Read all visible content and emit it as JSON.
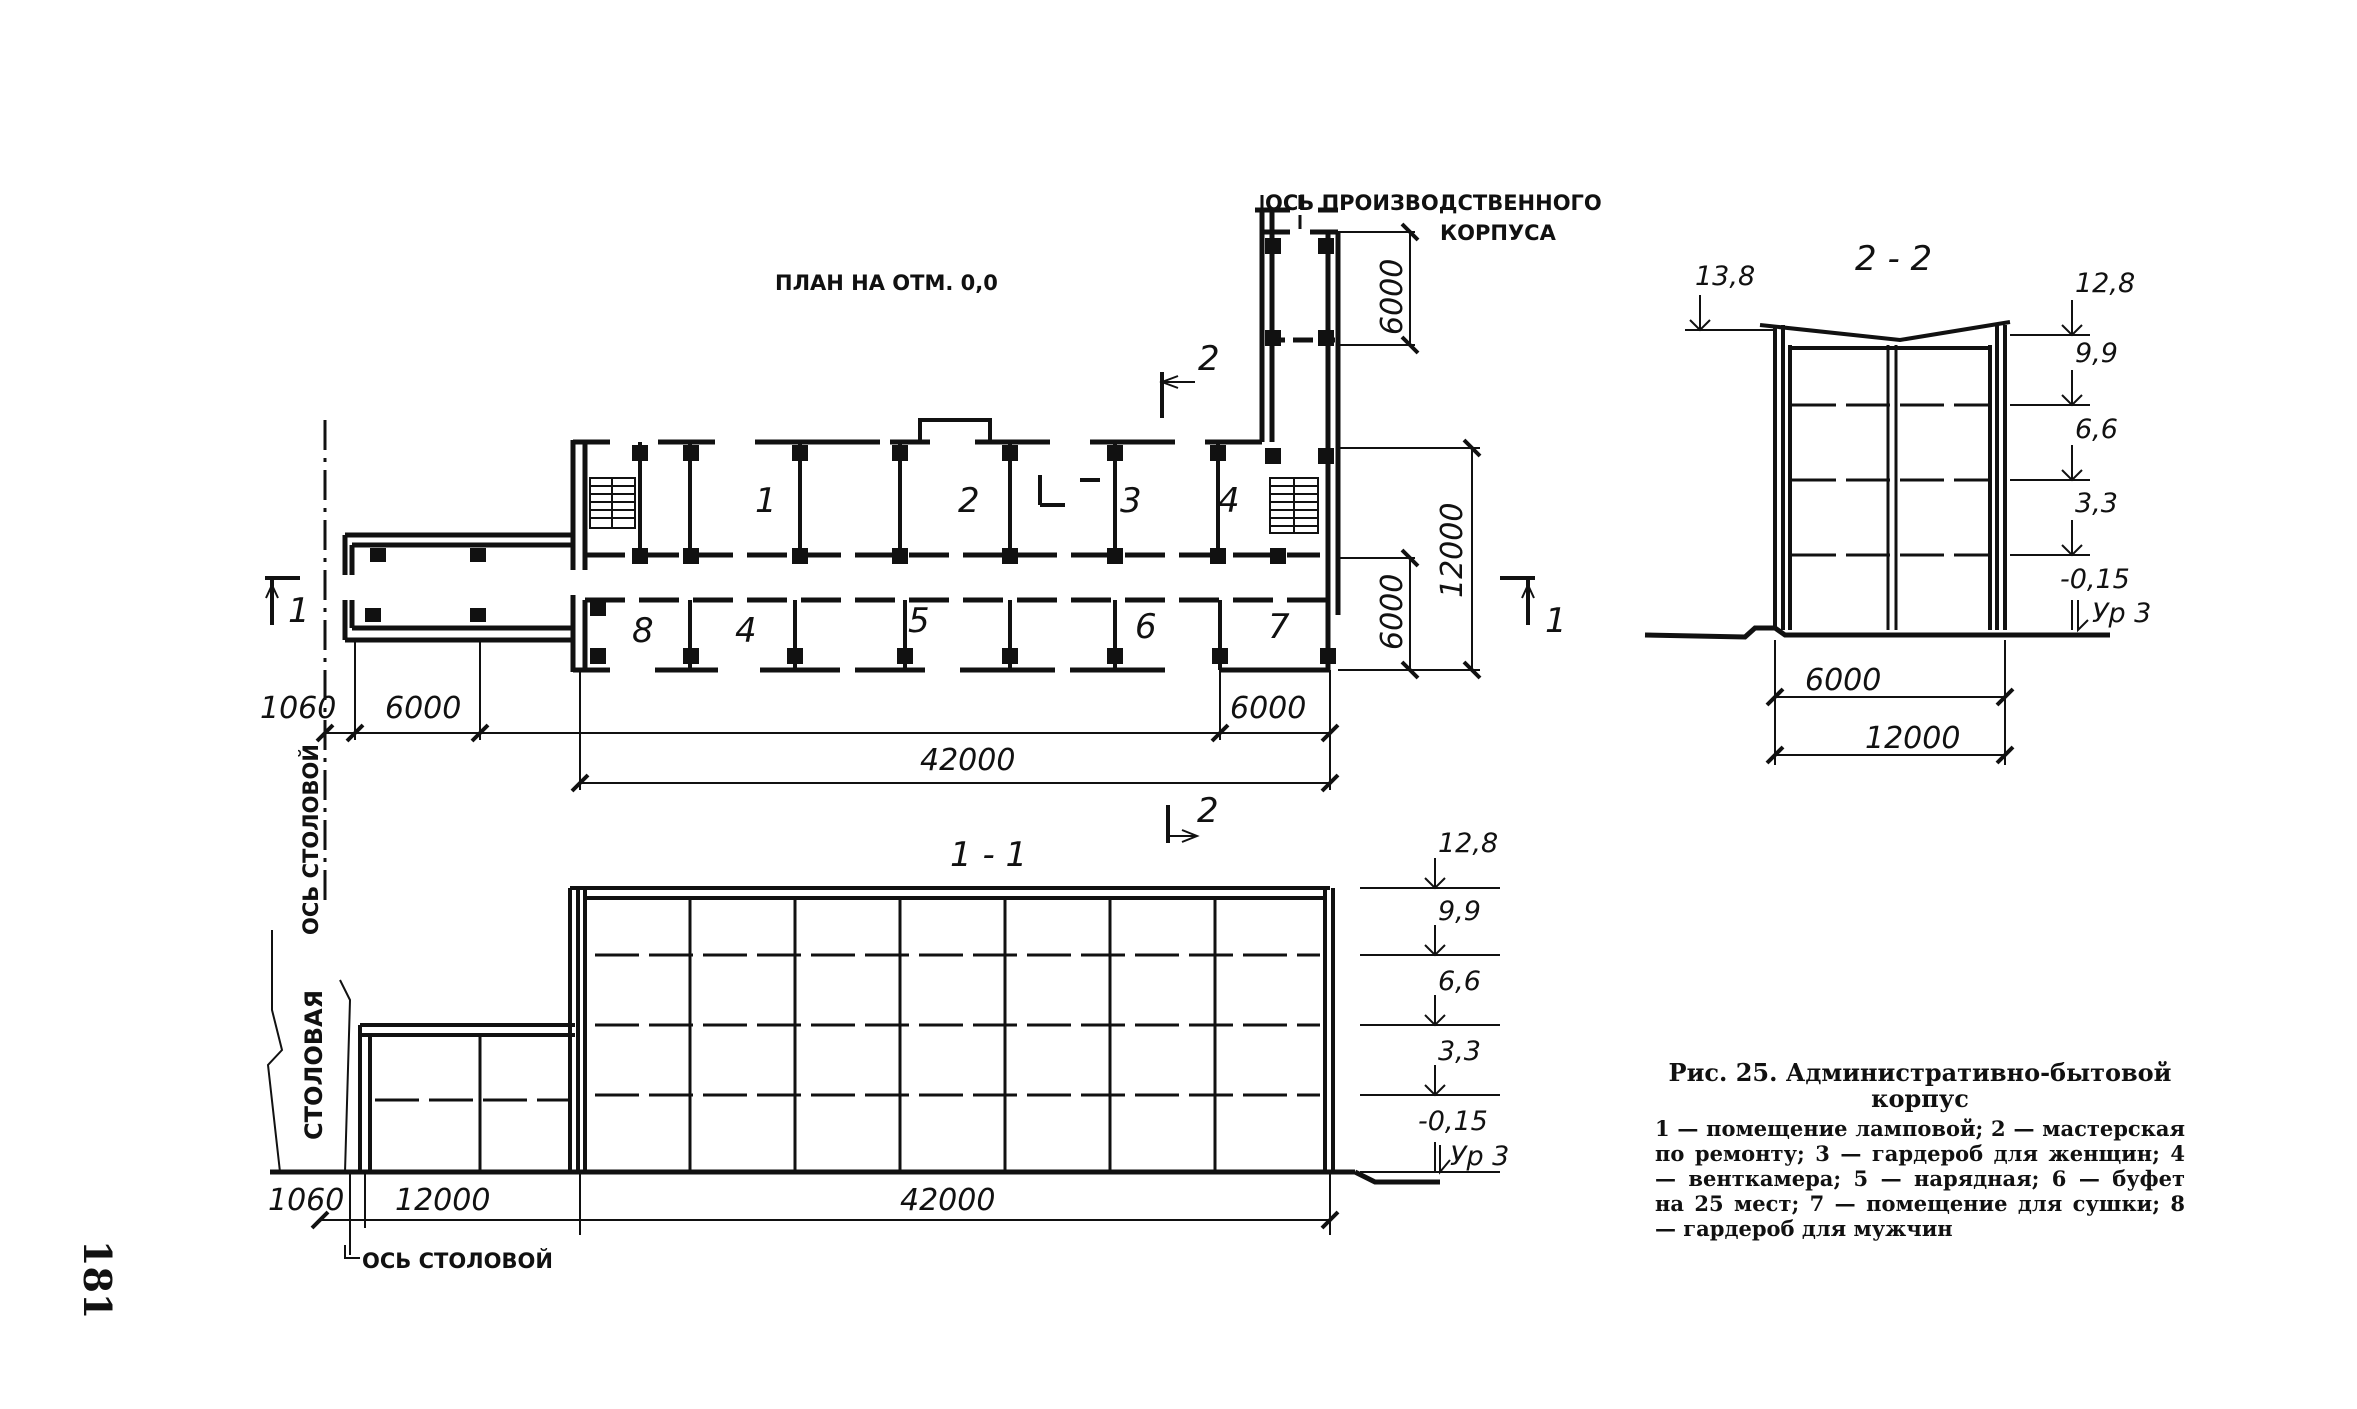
{
  "plan": {
    "title": "ПЛАН НА ОТМ. 0,0",
    "axis_production_line1": "ОСЬ ПРОИЗВОДСТВЕННОГО",
    "axis_production_line2": "КОРПУСА",
    "axis_canteen": "ОСЬ СТОЛОВОЙ",
    "section_mark_1": "1",
    "section_mark_2": "2",
    "rooms_top": [
      "1",
      "2",
      "3",
      "4"
    ],
    "rooms_bottom": [
      "8",
      "4",
      "5",
      "6",
      "7"
    ],
    "dim_1060": "1060",
    "dim_6000_left": "6000",
    "dim_6000_right": "6000",
    "dim_42000": "42000",
    "dim_6000_v_top": "6000",
    "dim_12000_v": "12000",
    "dim_6000_v_bottom": "6000"
  },
  "section_1_1": {
    "title": "1 - 1",
    "canteen_label": "СТОЛОВАЯ",
    "axis_canteen": "ОСЬ СТОЛОВОЙ",
    "levels": [
      "12,8",
      "9,9",
      "6,6",
      "3,3",
      "-0,15",
      "Ур 3"
    ],
    "dim_1060": "1060",
    "dim_12000": "12000",
    "dim_42000": "42000"
  },
  "section_2_2": {
    "title": "2 - 2",
    "level_left": "13,8",
    "levels": [
      "12,8",
      "9,9",
      "6,6",
      "3,3",
      "-0,15",
      "Ур 3"
    ],
    "dim_6000": "6000",
    "dim_12000": "12000"
  },
  "caption": {
    "title": "Рис. 25. Административно-бытовой корпус",
    "body": "1 — помещение ламповой; 2 — мастерская по ремонту; 3 — гардероб для женщин; 4 — венткамера; 5 — нарядная; 6 — буфет на 25 мест; 7 — помещение для сушки; 8 — гардероб для мужчин"
  },
  "page_number": "181"
}
